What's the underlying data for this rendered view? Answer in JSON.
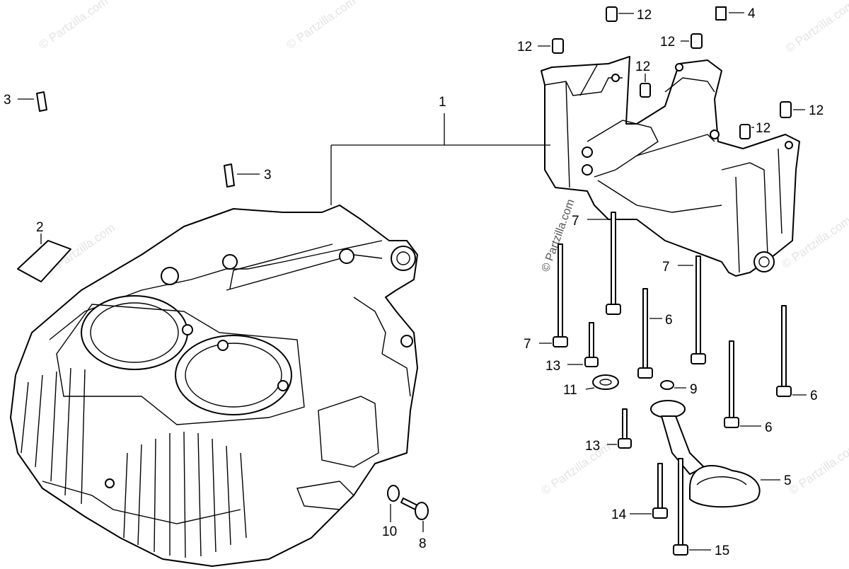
{
  "watermark": "© Partzilla.com",
  "callouts": {
    "c1": "1",
    "c2": "2",
    "c3a": "3",
    "c3b": "3",
    "c4": "4",
    "c5": "5",
    "c6a": "6",
    "c6b": "6",
    "c6c": "6",
    "c7a": "7",
    "c7b": "7",
    "c7c": "7",
    "c8": "8",
    "c9": "9",
    "c10": "10",
    "c11": "11",
    "c12a": "12",
    "c12b": "12",
    "c12c": "12",
    "c12d": "12",
    "c12e": "12",
    "c12f": "12",
    "c13a": "13",
    "c13b": "13",
    "c14": "14",
    "c15": "15"
  }
}
